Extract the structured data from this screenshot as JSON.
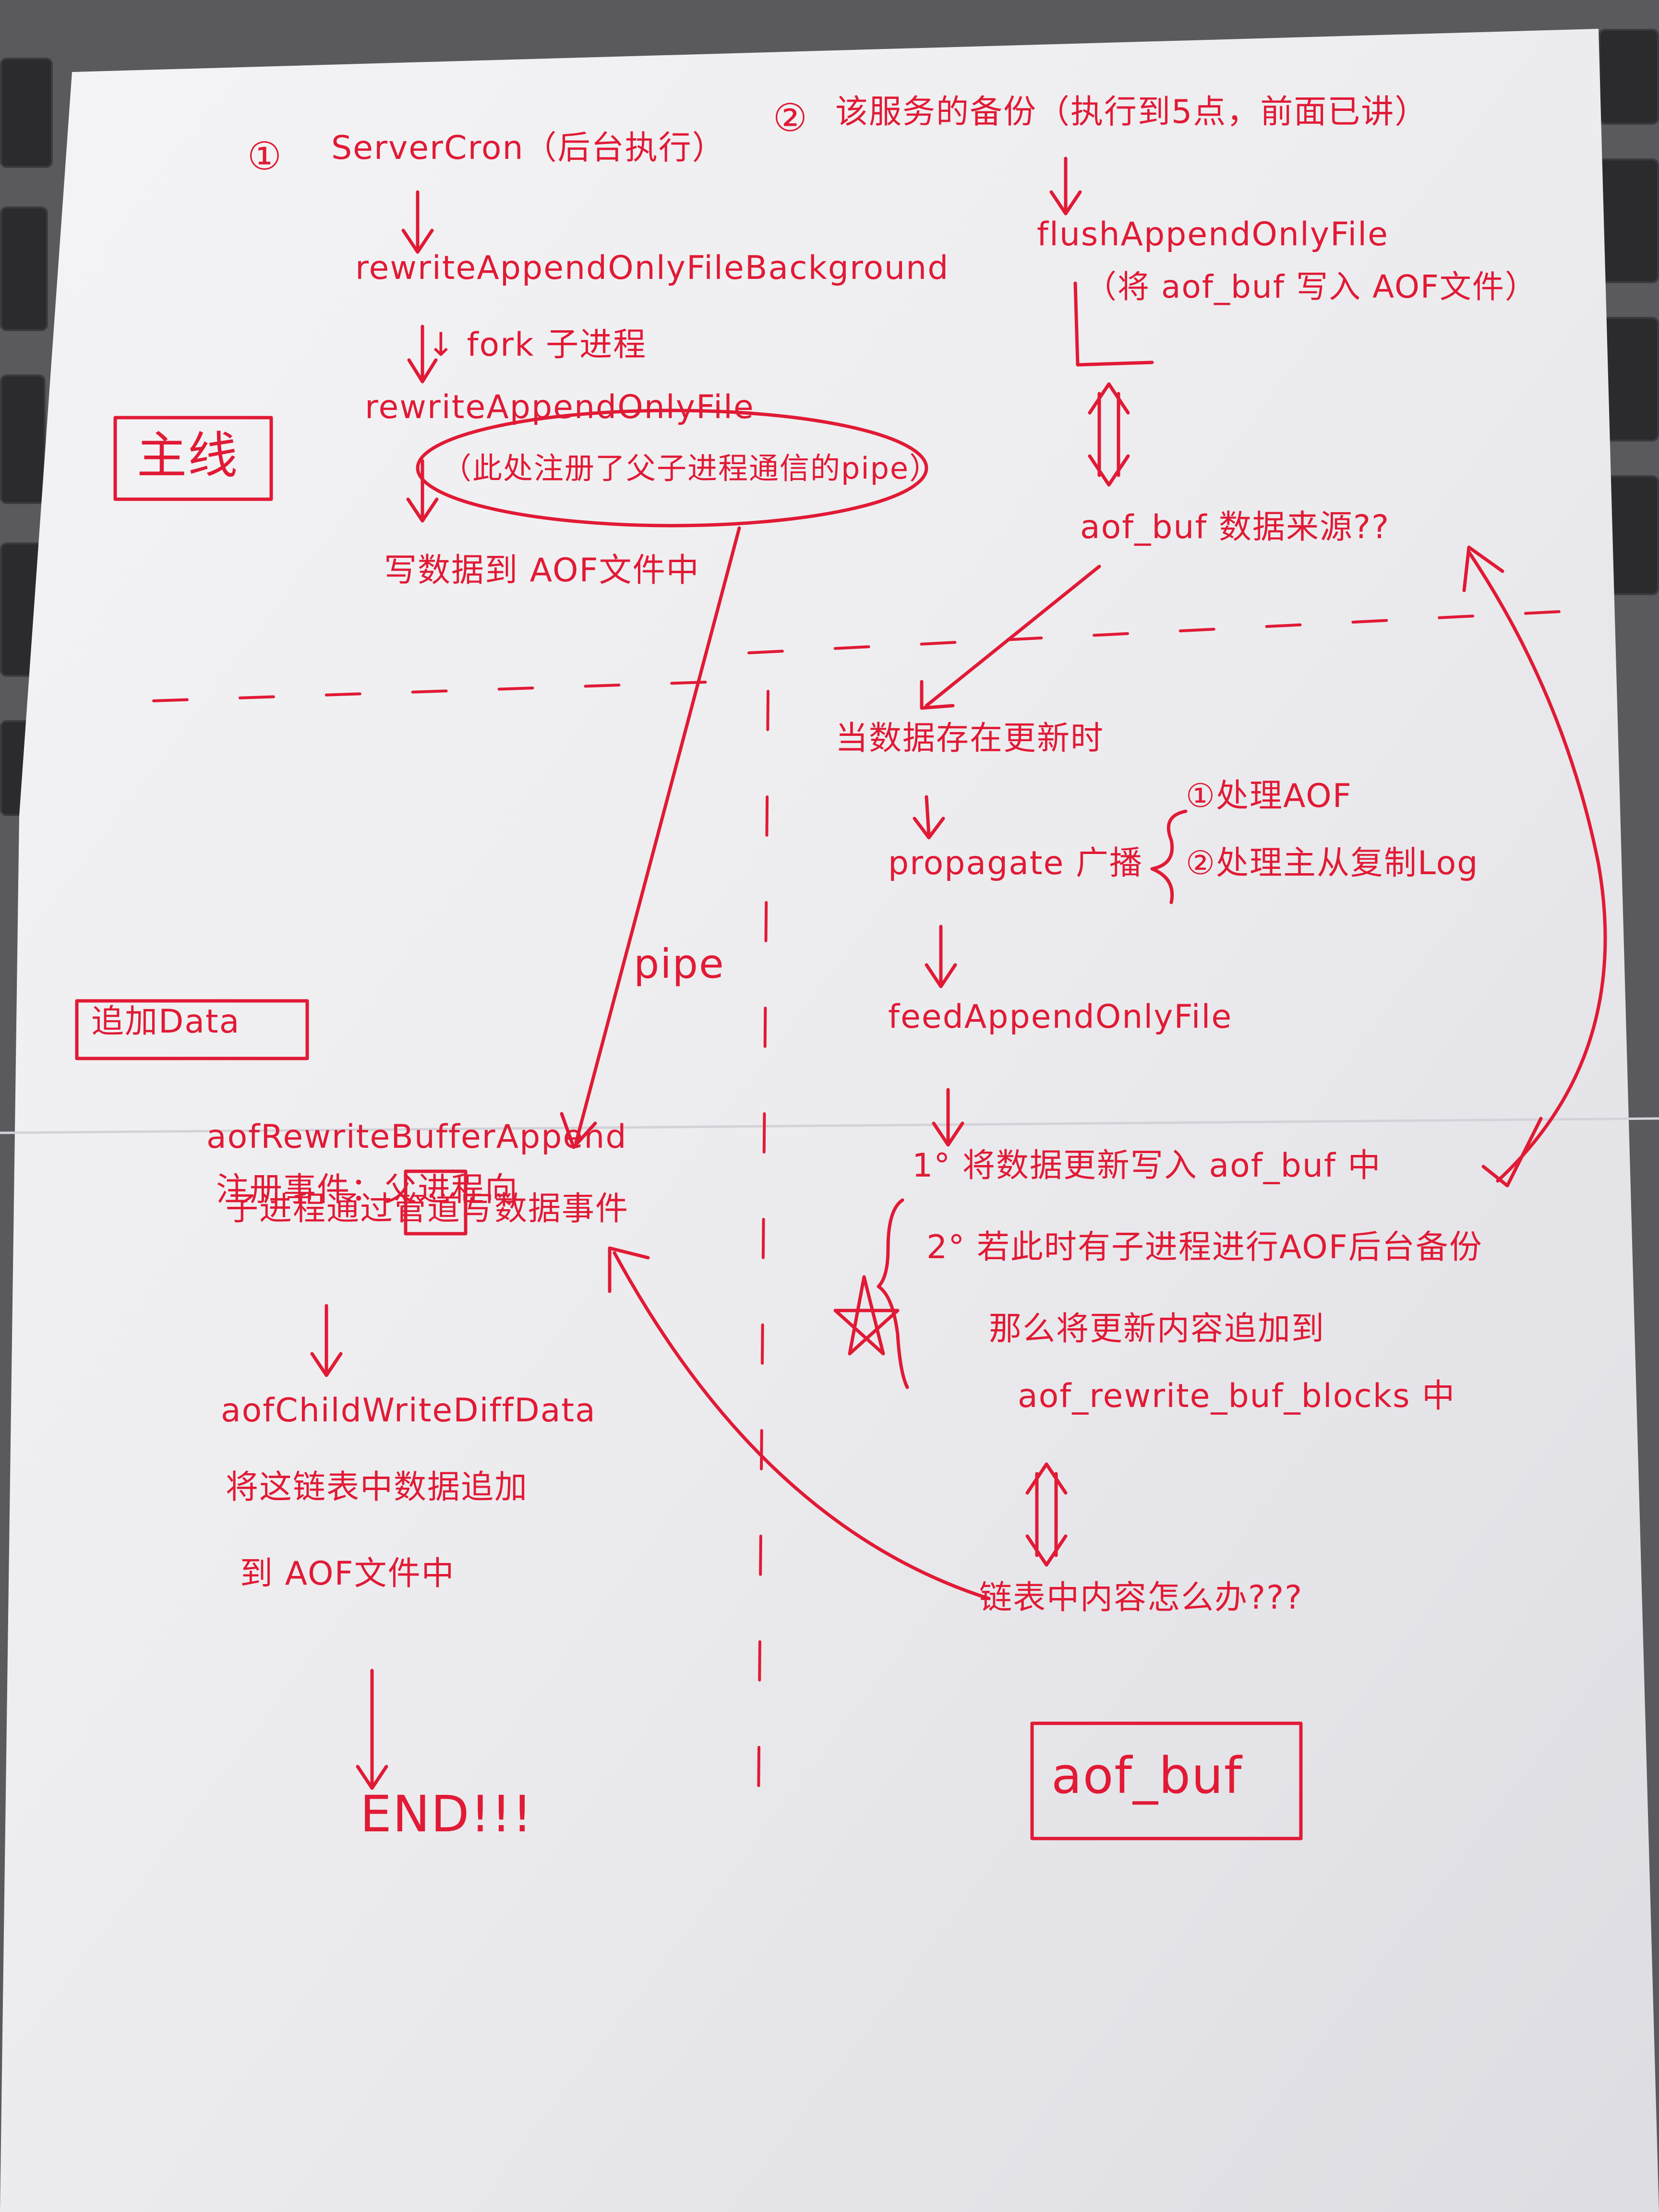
{
  "diagram": {
    "step1_label": "①",
    "server_cron": "ServerCron（后台执行）",
    "rewrite_bg": "rewriteAppendOnlyFileBackground",
    "fork": "↓ fork 子进程",
    "rewrite_file": "rewriteAppendOnlyFile",
    "pipe_note": "（此处注册了父子进程通信的pipe）",
    "write_aof": "写数据到 AOF文件中",
    "main_line": "主线",
    "step2_label": "②",
    "step2_title": "该服务的备份（执行到5点，前面已讲）",
    "flush": "flushAppendOnlyFile",
    "flush_note": "（将 aof_buf 写入 AOF文件）",
    "aof_buf_source": "aof_buf 数据来源??",
    "when_update": "当数据存在更新时",
    "propagate": "propagate 广播",
    "propagate_1": "①处理AOF",
    "propagate_2": "②处理主从复制Log",
    "feed": "feedAppendOnlyFile",
    "feed_1": "1° 将数据更新写入 aof_buf 中",
    "feed_2a": "2° 若此时有子进程进行AOF后台备份",
    "feed_2b": "那么将更新内容追加到",
    "feed_2c": "aof_rewrite_buf_blocks 中",
    "linked_list_q": "链表中内容怎么办???",
    "aof_buf_box": "aof_buf",
    "append_data": "追加Data",
    "pipe_label": "pipe",
    "rewrite_append_a": "aofRewriteBufferAppend",
    "rewrite_append_b": "注册事件：父进程向",
    "rewrite_append_c1": "子进程通过",
    "rewrite_append_c2": "管道",
    "rewrite_append_c3": "写数据事件",
    "child_write_a": "aofChildWriteDiffData",
    "child_write_b": "将这链表中数据追加",
    "child_write_c": "到 AOF文件中",
    "end": "END!!!",
    "star": "☆",
    "check": "✓"
  }
}
